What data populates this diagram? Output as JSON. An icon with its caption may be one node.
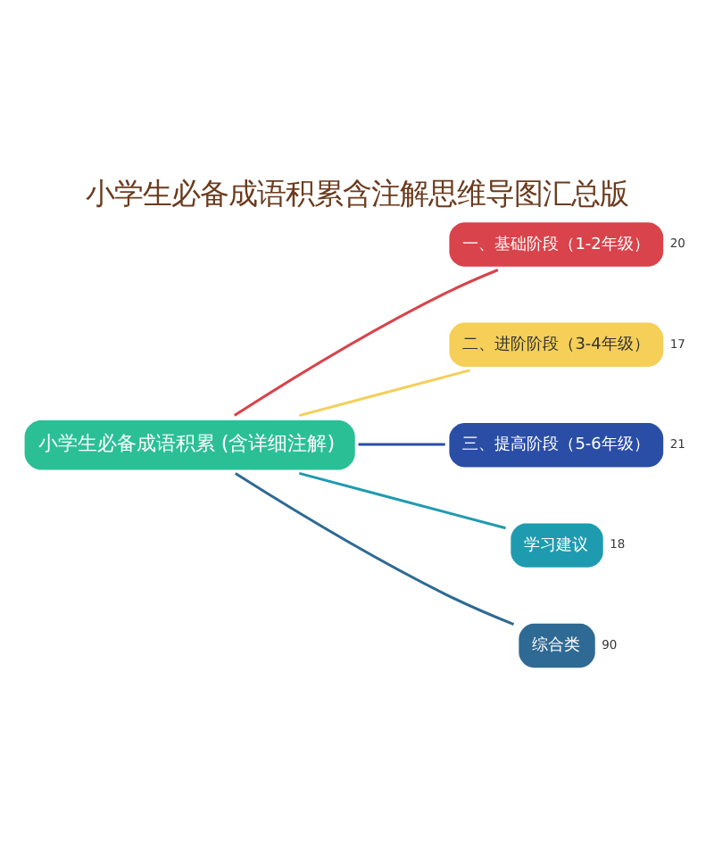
{
  "diagram": {
    "title": "小学生必备成语积累含注解思维导图汇总版",
    "nodes": [
      {
        "text": [
          "小学生必备成语积累 (含详细注解)"
        ]
      },
      {
        "text": [
          "一、基础阶段（1-2年级）"
        ],
        "beside": [
          "20"
        ]
      },
      {
        "text": [
          "二、进阶阶段（3-4年级）"
        ],
        "beside": [
          "17"
        ]
      },
      {
        "text": [
          "三、提高阶段（5-6年级）"
        ],
        "beside": [
          "21"
        ]
      },
      {
        "text": [
          "学习建议"
        ],
        "beside": [
          "18"
        ]
      },
      {
        "text": [
          "综合类"
        ],
        "beside": [
          "90"
        ]
      }
    ],
    "edges": [
      {
        "from": 0,
        "to": 1,
        "arrow": "none",
        "color": "#d9434b"
      },
      {
        "from": 0,
        "to": 2,
        "arrow": "none",
        "color": "#f5cf58"
      },
      {
        "from": 0,
        "to": 3,
        "arrow": "none",
        "color": "#2a4ea6"
      },
      {
        "from": 0,
        "to": 4,
        "arrow": "none",
        "color": "#1f9bb0"
      },
      {
        "from": 0,
        "to": 5,
        "arrow": "none",
        "color": "#2e6a94"
      }
    ]
  }
}
